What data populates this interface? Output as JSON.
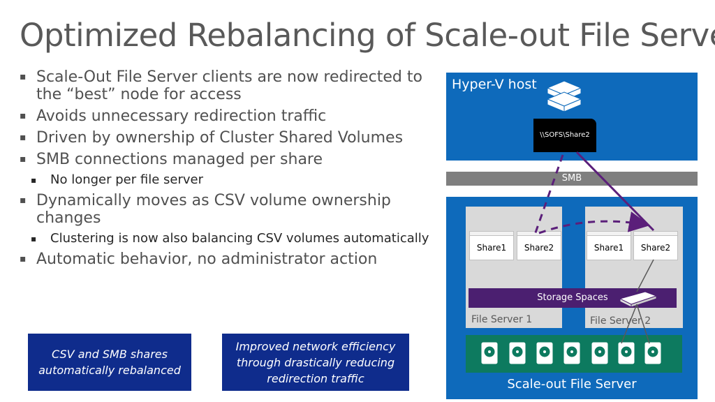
{
  "slide": {
    "title": "Optimized Rebalancing of Scale-out File Server"
  },
  "bullets": [
    {
      "level": 1,
      "text": "Scale-Out File Server clients are now redirected to the “best” node for access"
    },
    {
      "level": 1,
      "text": "Avoids unnecessary redirection traffic"
    },
    {
      "level": 1,
      "text": "Driven by ownership of Cluster Shared Volumes"
    },
    {
      "level": 1,
      "text": "SMB connections managed per share"
    },
    {
      "level": 2,
      "text": "No longer per file server"
    },
    {
      "level": 1,
      "text": "Dynamically moves as CSV volume ownership changes"
    },
    {
      "level": 2,
      "text": "Clustering is now also balancing CSV volumes automatically"
    },
    {
      "level": 1,
      "text": "Automatic behavior, no administrator action"
    }
  ],
  "callouts": [
    {
      "text": "CSV and SMB shares automatically rebalanced"
    },
    {
      "text": "Improved network efficiency through drastically reducing redirection traffic"
    }
  ],
  "diagram": {
    "hyperv_label": "Hyper-V host",
    "share_path": "\\\\SOFS\\Share2",
    "smb_label": "SMB",
    "storage_spaces_label": "Storage Spaces",
    "file_server_1": "File Server 1",
    "file_server_2": "File Server 2",
    "sofs_label": "Scale-out File Server",
    "shares": [
      "Share1",
      "Share2",
      "Share1",
      "Share2"
    ],
    "colors": {
      "host_blue": "#0e6abb",
      "callout_navy": "#0f2c8c",
      "storage_purple": "#4b1f70",
      "disk_green": "#0d7a5f",
      "arrow_purple": "#5b1f7a"
    }
  }
}
